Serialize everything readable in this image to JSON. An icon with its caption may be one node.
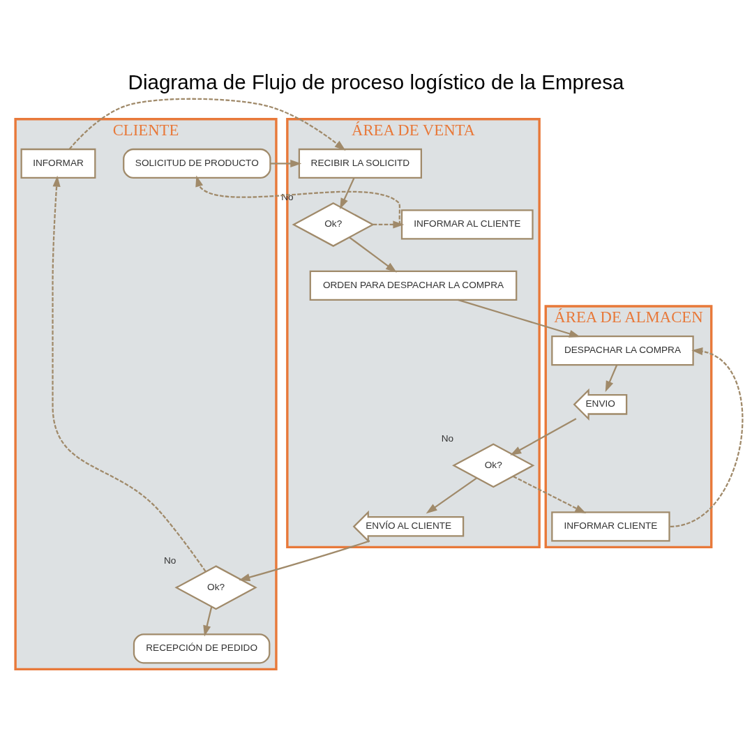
{
  "diagram": {
    "title": "Diagrama de Flujo de proceso logístico de la Empresa",
    "nodes": [
      {
        "text": [
          "CLIENTE"
        ]
      },
      {
        "text": [
          "ÁREA DE VENTA"
        ]
      },
      {
        "text": [
          "ÁREA DE ALMACEN"
        ]
      },
      {
        "text": [
          "SOLICITUD DE PRODUCTO"
        ],
        "in": 0
      },
      {
        "text": [
          "RECIBIR LA SOLICITD"
        ],
        "in": 1
      },
      {
        "text": [
          "Ok?"
        ],
        "in": 1,
        "beside": [
          "No"
        ]
      },
      {
        "text": [
          "INFORMAR AL CLIENTE"
        ],
        "in": 1
      },
      {
        "text": [
          "INFORMAR"
        ],
        "in": 0
      },
      {
        "text": [
          "ORDEN PARA DESPACHAR LA COMPRA"
        ],
        "in": 1
      },
      {
        "text": [
          "DESPACHAR LA COMPRA"
        ],
        "in": 2
      },
      {
        "text": [
          "INFORMAR CLIENTE"
        ],
        "in": 2
      },
      {
        "text": [
          "ENVIO"
        ],
        "in": 2
      },
      {
        "text": [
          "Ok?"
        ],
        "in": 1,
        "beside": [
          "No"
        ]
      },
      {
        "text": [
          "ENVÍO AL CLIENTE"
        ],
        "in": 1
      },
      {
        "text": [
          "Ok?"
        ],
        "in": 0,
        "beside": [
          "No"
        ]
      },
      {
        "text": [
          "RECEPCIÓN DE PEDIDO"
        ],
        "in": 0
      }
    ],
    "edges": [
      {
        "from": 3,
        "to": 4,
        "arrow": "to"
      },
      {
        "from": 4,
        "to": 5,
        "arrow": "to"
      },
      {
        "from": 5,
        "to": 6,
        "arrow": "to",
        "style": "dashed"
      },
      {
        "from": 6,
        "to": 3,
        "arrow": "to",
        "style": "dashed"
      },
      {
        "from": 7,
        "to": 4,
        "arrow": "to",
        "style": "dashed"
      },
      {
        "from": 5,
        "to": 8,
        "arrow": "to"
      },
      {
        "from": 8,
        "to": 9,
        "arrow": "to"
      },
      {
        "from": 10,
        "to": 9,
        "arrow": "to",
        "style": "dashed"
      },
      {
        "from": 9,
        "to": 11,
        "arrow": "to"
      },
      {
        "from": 11,
        "to": 12,
        "arrow": "to"
      },
      {
        "from": 12,
        "to": 10,
        "arrow": "to",
        "style": "dashed"
      },
      {
        "from": 12,
        "to": 13,
        "arrow": "to"
      },
      {
        "from": 13,
        "to": 14,
        "arrow": "to"
      },
      {
        "from": 14,
        "to": 7,
        "arrow": "to",
        "style": "dashed"
      },
      {
        "from": 14,
        "to": 15,
        "arrow": "to"
      }
    ]
  }
}
